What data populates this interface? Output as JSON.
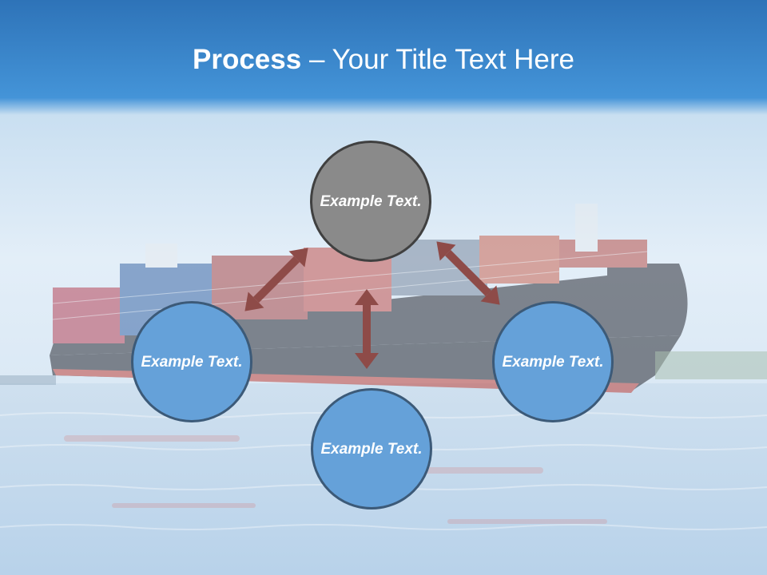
{
  "title": {
    "bold": "Process",
    "rest": " – Your Title Text Here"
  },
  "nodes": {
    "top": "Example Text.",
    "left": "Example Text.",
    "right": "Example Text.",
    "bottom": "Example Text."
  },
  "colors": {
    "header_blue": "#3f8fd6",
    "node_gray": "#8a8a8a",
    "node_blue": "#65a1d9",
    "arrow": "#8e4b48"
  }
}
